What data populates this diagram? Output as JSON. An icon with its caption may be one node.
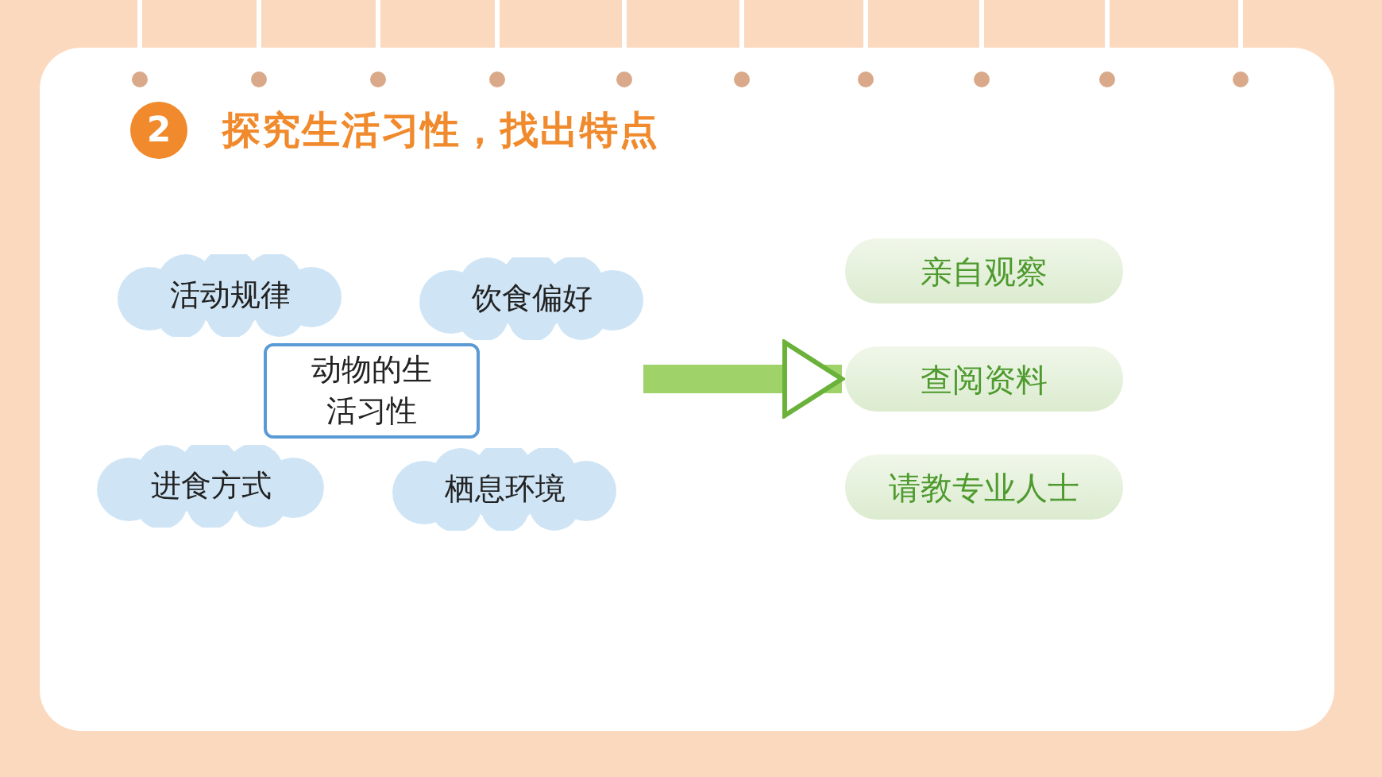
{
  "diagram": {
    "title": "探究生活习性，找出特点",
    "nodes": [
      {
        "text": [
          "活动规律"
        ]
      },
      {
        "text": [
          "饮食偏好"
        ]
      },
      {
        "text": [
          "动物的生活习性"
        ]
      },
      {
        "text": [
          "进食方式"
        ]
      },
      {
        "text": [
          "栖息环境"
        ]
      },
      {
        "text": [
          "亲自观察"
        ]
      },
      {
        "text": [
          "查阅资料"
        ]
      },
      {
        "text": [
          "请教专业人士"
        ]
      }
    ],
    "edges": [
      {
        "from": null,
        "to": 6,
        "arrow": "to"
      }
    ],
    "labels": [
      "2"
    ]
  }
}
